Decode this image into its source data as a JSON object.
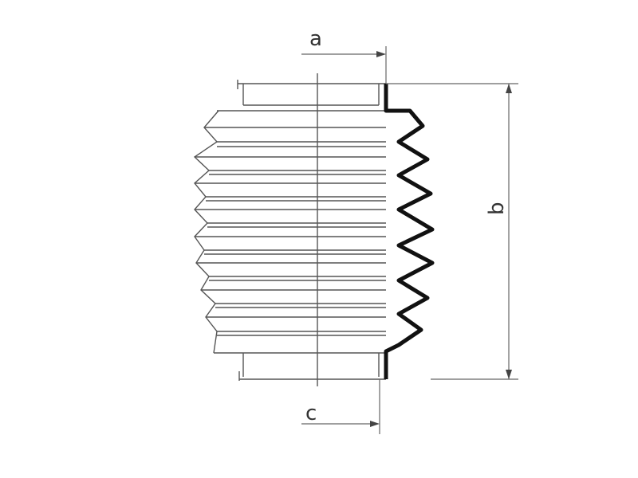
{
  "diagram": {
    "type": "technical-drawing",
    "subject": "bellows-boot",
    "dimension_labels": {
      "a": "a",
      "b": "b",
      "c": "c"
    },
    "colors": {
      "line": "#555555",
      "profile": "#111111",
      "dimension": "#666666"
    }
  }
}
